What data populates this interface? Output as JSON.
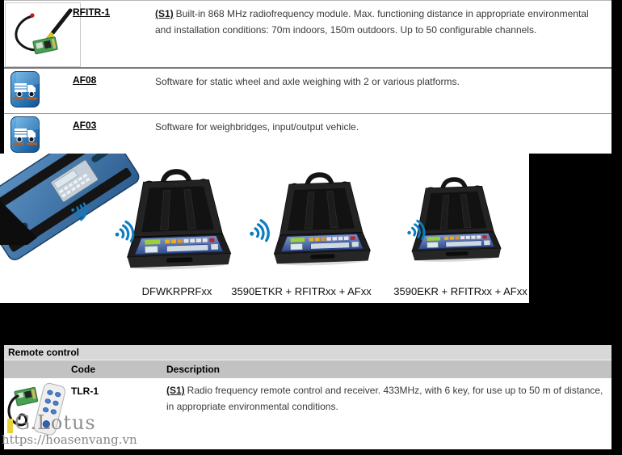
{
  "colors": {
    "page_background": "#000000",
    "accent_wifi_blue": "#0d7dc1",
    "app_icon_blue": "#1763a8",
    "section_header_bg": "#d8d8d8",
    "column_header_bg": "#c2c2c2",
    "link_text": "#000000",
    "body_text": "#3a3a3a",
    "watermark_gray": "#8f8f8f",
    "platform_orange": "#b85c20",
    "pcb_green": "#49a050",
    "antenna_tip_yellow": "#ddc31d"
  },
  "modules_table": {
    "rows": [
      {
        "code": "RFITR-1",
        "prefix": "(S1)",
        "description": "Built-in 868 MHz radiofrequency module. Max. functioning distance in appropriate environmental and installation conditions: 70m indoors, 150m outdoors. Up to 50 configurable channels.",
        "icon": "antenna-module-photo"
      },
      {
        "code": "AF08",
        "description": "Software for static wheel and axle weighing with 2 or various platforms.",
        "icon": "truck-weighing-app-icon"
      },
      {
        "code": "AF03",
        "description": "Software for weighbridges, input/output vehicle.",
        "icon": "truck-weighing-app-icon"
      }
    ]
  },
  "product_figure": {
    "captions": [
      "DFWKRPRFxx",
      "3590ETKR + RFITRxx + AFxx",
      "3590EKR + RFITRxx + AFxx"
    ]
  },
  "remote_control_table": {
    "section_title": "Remote control",
    "columns": {
      "code": "Code",
      "description": "Description"
    },
    "rows": [
      {
        "code": "TLR-1",
        "prefix": "(S1)",
        "description": "Radio frequency remote control and receiver. 433MHz, with 6 key, for use up to 50 m of distance, in appropriate environmental conditions.",
        "icon": "remote-control-photo"
      }
    ]
  },
  "watermark": {
    "brand": "G.Lotus",
    "url": "https://hoasenvang.vn"
  }
}
